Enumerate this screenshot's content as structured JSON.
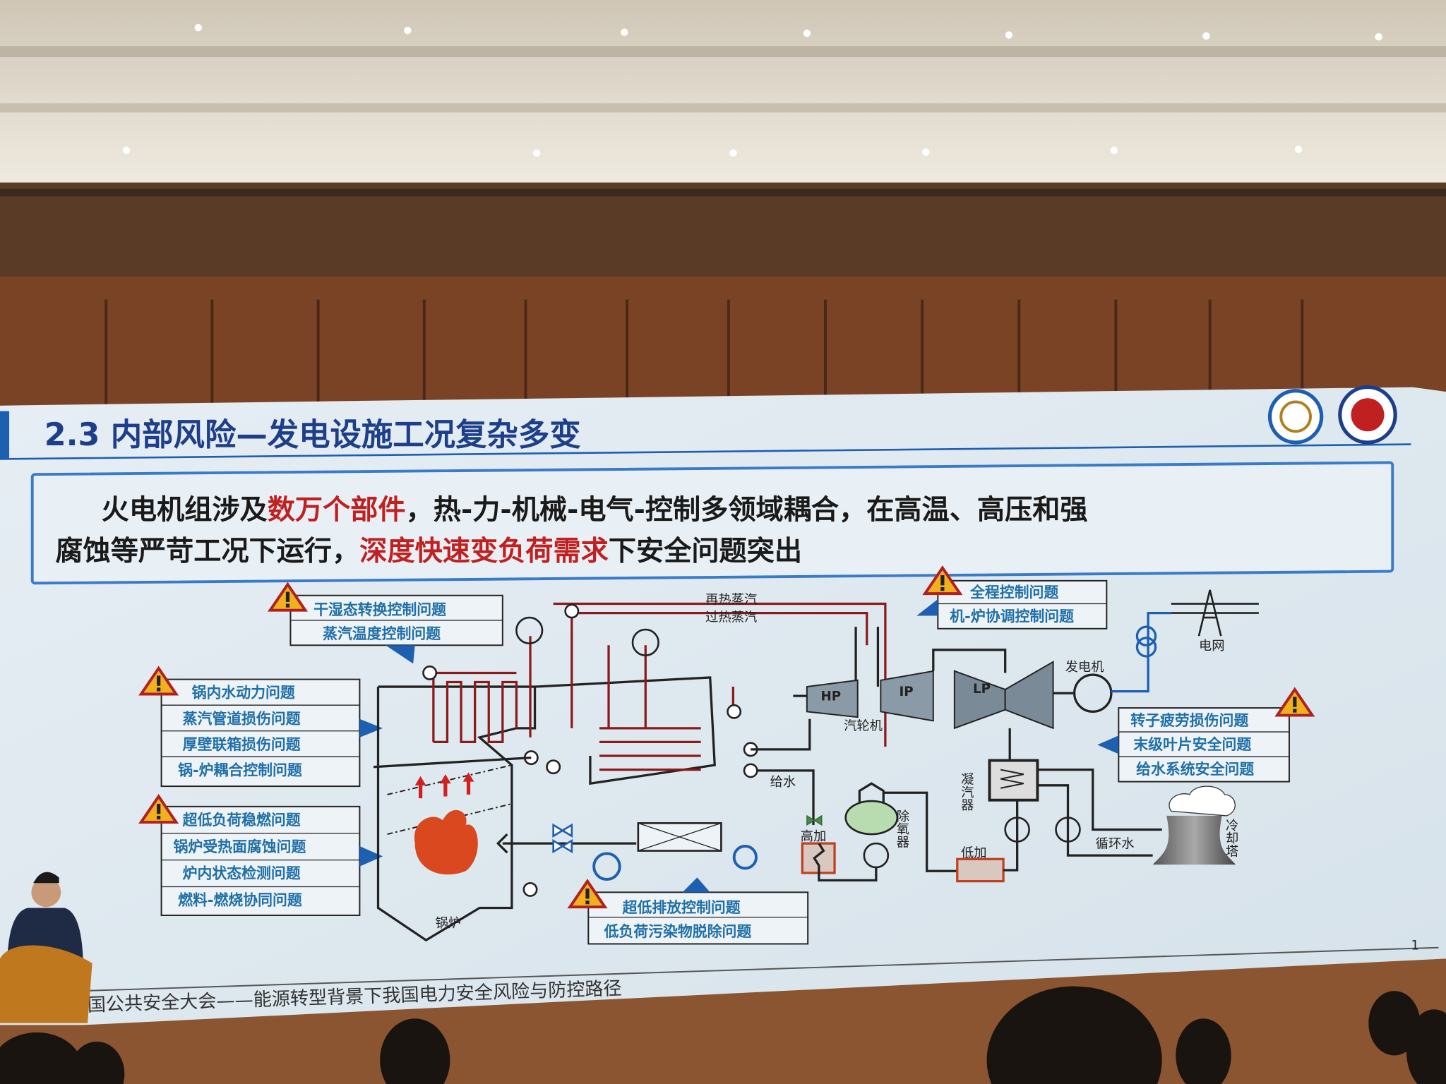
{
  "slide": {
    "title": "2.3 内部风险—发电设施工况复杂多变",
    "intro": {
      "line1_a": "火电机组涉及",
      "line1_red": "数万个部件",
      "line1_b": "，热-力-机械-电气-控制多领域耦合，在高温、高压和强",
      "line2_a": "腐蚀等严苛工况下运行，",
      "line2_red": "深度快速变负荷需求",
      "line2_b": "下安全问题突出"
    },
    "problem_groups": [
      {
        "name": "steam-control",
        "items": [
          "干湿态转换控制问题",
          "蒸汽温度控制问题"
        ]
      },
      {
        "name": "boiler-water",
        "items": [
          "锅内水动力问题",
          "蒸汽管道损伤问题",
          "厚壁联箱损伤问题",
          "锅-炉耦合控制问题"
        ]
      },
      {
        "name": "combustion",
        "items": [
          "超低负荷稳燃问题",
          "锅炉受热面腐蚀问题",
          "炉内状态检测问题",
          "燃料-燃烧协同问题"
        ]
      },
      {
        "name": "emission",
        "items": [
          "超低排放控制问题",
          "低负荷污染物脱除问题"
        ]
      },
      {
        "name": "coordination",
        "items": [
          "全程控制问题",
          "机-炉协调控制问题"
        ]
      },
      {
        "name": "turbine",
        "items": [
          "转子疲劳损伤问题",
          "末级叶片安全问题",
          "给水系统安全问题"
        ]
      }
    ],
    "diagram_labels": {
      "reheat_steam": "再热蒸汽",
      "superheat_steam": "过热蒸汽",
      "hp": "HP",
      "ip": "IP",
      "lp": "LP",
      "turbine": "汽轮机",
      "generator": "发电机",
      "grid": "电网",
      "feedwater": "给水",
      "hp_heater": "高加",
      "deaerator": "除氧器",
      "condenser": "凝汽器",
      "lp_heater": "低加",
      "circulating_water": "循环水",
      "cooling_tower": "冷却塔",
      "boiler": "锅炉"
    },
    "footer": "国公共安全大会——能源转型背景下我国电力安全风险与防控路径",
    "page_number": "1"
  },
  "colors": {
    "title": "#1d3f8a",
    "accent_red": "#c02020",
    "problem_text": "#1f6fa8",
    "warning": "#f0b020"
  }
}
